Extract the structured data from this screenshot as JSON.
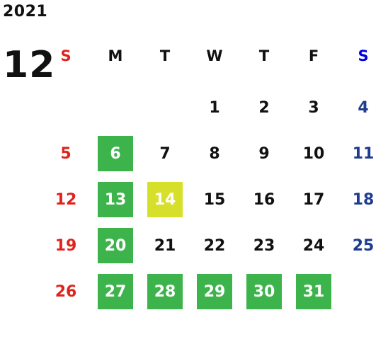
{
  "year": "2021",
  "month": "12",
  "weekdays": [
    "S",
    "M",
    "T",
    "W",
    "T",
    "F",
    "S"
  ],
  "weeks": [
    [
      "",
      "",
      "",
      "1",
      "2",
      "3",
      "4"
    ],
    [
      "5",
      "6",
      "7",
      "8",
      "9",
      "10",
      "11"
    ],
    [
      "12",
      "13",
      "14",
      "15",
      "16",
      "17",
      "18"
    ],
    [
      "19",
      "20",
      "21",
      "22",
      "23",
      "24",
      "25"
    ],
    [
      "26",
      "27",
      "28",
      "29",
      "30",
      "31",
      ""
    ]
  ],
  "colors": {
    "sunday": "#e0231c",
    "saturday_header": "#0000e0",
    "saturday_date": "#1d3c8f",
    "highlight_green": "#3cb44b",
    "highlight_yellow": "#d6e02a"
  },
  "highlights": {
    "green": [
      "6",
      "13",
      "20",
      "27",
      "28",
      "29",
      "30",
      "31"
    ],
    "yellow": [
      "14"
    ]
  }
}
